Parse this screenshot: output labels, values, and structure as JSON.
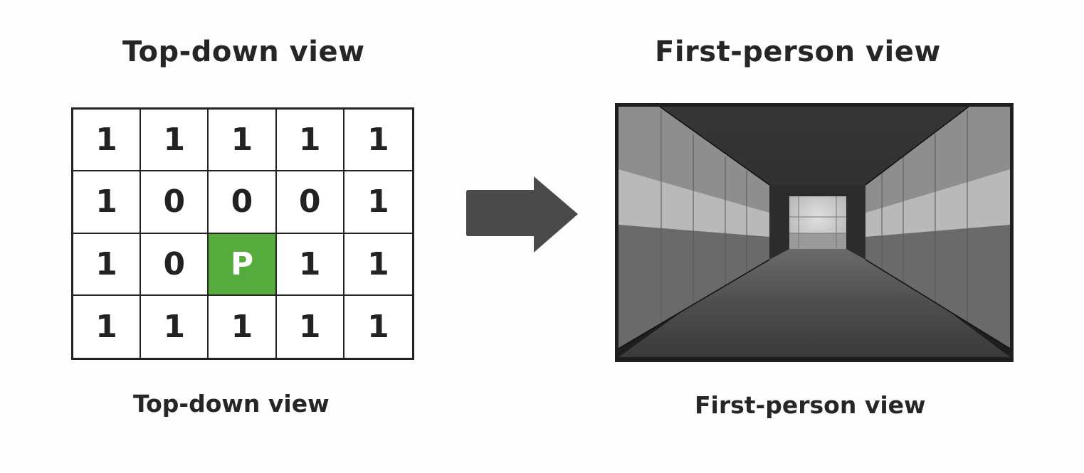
{
  "titles": {
    "left": "Top-down view",
    "right": "First-person view"
  },
  "captions": {
    "left": "Top-down view",
    "right": "First-person view"
  },
  "grid_map": {
    "rows": [
      [
        "1",
        "1",
        "1",
        "1",
        "1"
      ],
      [
        "1",
        "0",
        "0",
        "0",
        "1"
      ],
      [
        "1",
        "0",
        "P",
        "1",
        "1"
      ],
      [
        "1",
        "1",
        "1",
        "1",
        "1"
      ]
    ],
    "player_symbol": "P",
    "player_color": "#55ab3b"
  },
  "arrow": {
    "icon": "right-arrow-icon",
    "color": "#4a4a4a"
  },
  "first_person_view": {
    "scene": "grayscale corridor viewed in perspective"
  }
}
